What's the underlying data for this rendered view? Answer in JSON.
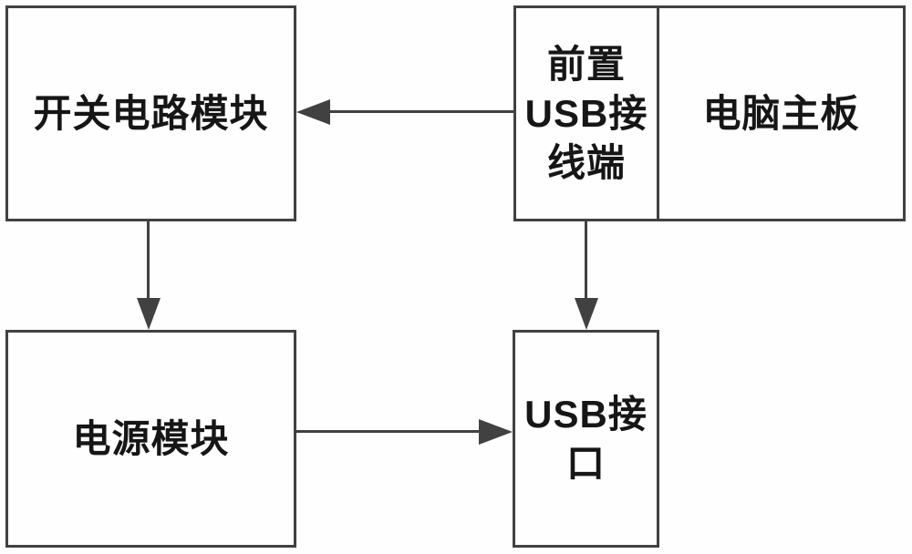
{
  "diagram": {
    "colors": {
      "line": "#414141",
      "text": "#161616",
      "background": "#fefefe"
    },
    "boxes": {
      "switch_module": {
        "label": "开关电路模块"
      },
      "front_usb_terminal": {
        "lines": [
          "前置",
          "USB接",
          "线端"
        ]
      },
      "motherboard": {
        "label": "电脑主板"
      },
      "power_module": {
        "label": "电源模块"
      },
      "usb_port": {
        "lines": [
          "USB接",
          "口"
        ]
      }
    },
    "connections": [
      {
        "from": "front_usb_terminal",
        "to": "switch_module",
        "direction": "left"
      },
      {
        "from": "switch_module",
        "to": "power_module",
        "direction": "down"
      },
      {
        "from": "front_usb_terminal",
        "to": "usb_port",
        "direction": "down"
      },
      {
        "from": "power_module",
        "to": "usb_port",
        "direction": "right"
      }
    ]
  }
}
